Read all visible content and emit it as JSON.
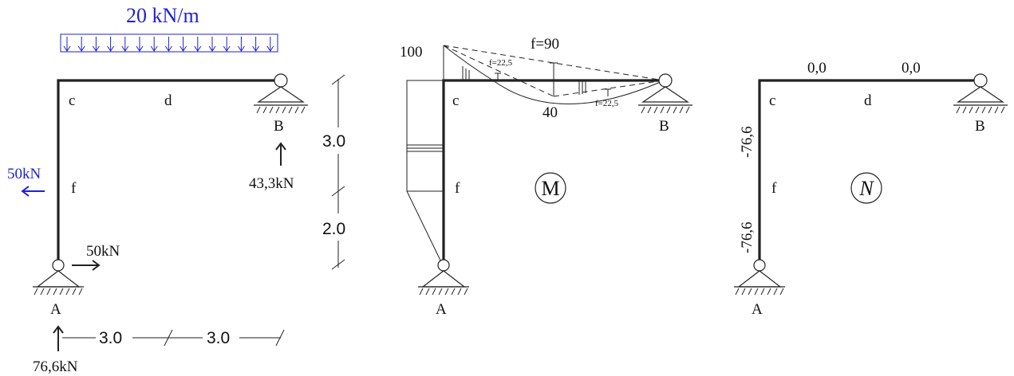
{
  "colors": {
    "load": "#1f1fd6",
    "ink": "#222222"
  },
  "panel_load": {
    "load_label": "20 kN/m",
    "node_c": "c",
    "node_d": "d",
    "node_f": "f",
    "node_a": "A",
    "node_b": "B",
    "force_left": "50kN",
    "reaction_ah": "50kN",
    "reaction_b": "43,3kN",
    "reaction_av": "76,6kN",
    "dim_h1": "3.0",
    "dim_h2": "3.0",
    "dim_v1": "3.0",
    "dim_v2": "2.0"
  },
  "panel_moment": {
    "value_top": "100",
    "f_main": "f=90",
    "f_left": "f=22,5",
    "f_right": "f=22,5",
    "value_mid": "40",
    "node_c": "c",
    "node_f": "f",
    "node_a": "A",
    "node_b": "B",
    "symbol": "M"
  },
  "panel_normal": {
    "beam_left": "0,0",
    "beam_right": "0,0",
    "col_top": "-76,6",
    "col_bottom": "-76,6",
    "node_c": "c",
    "node_d": "d",
    "node_f": "f",
    "node_a": "A",
    "node_b": "B",
    "symbol": "N"
  }
}
